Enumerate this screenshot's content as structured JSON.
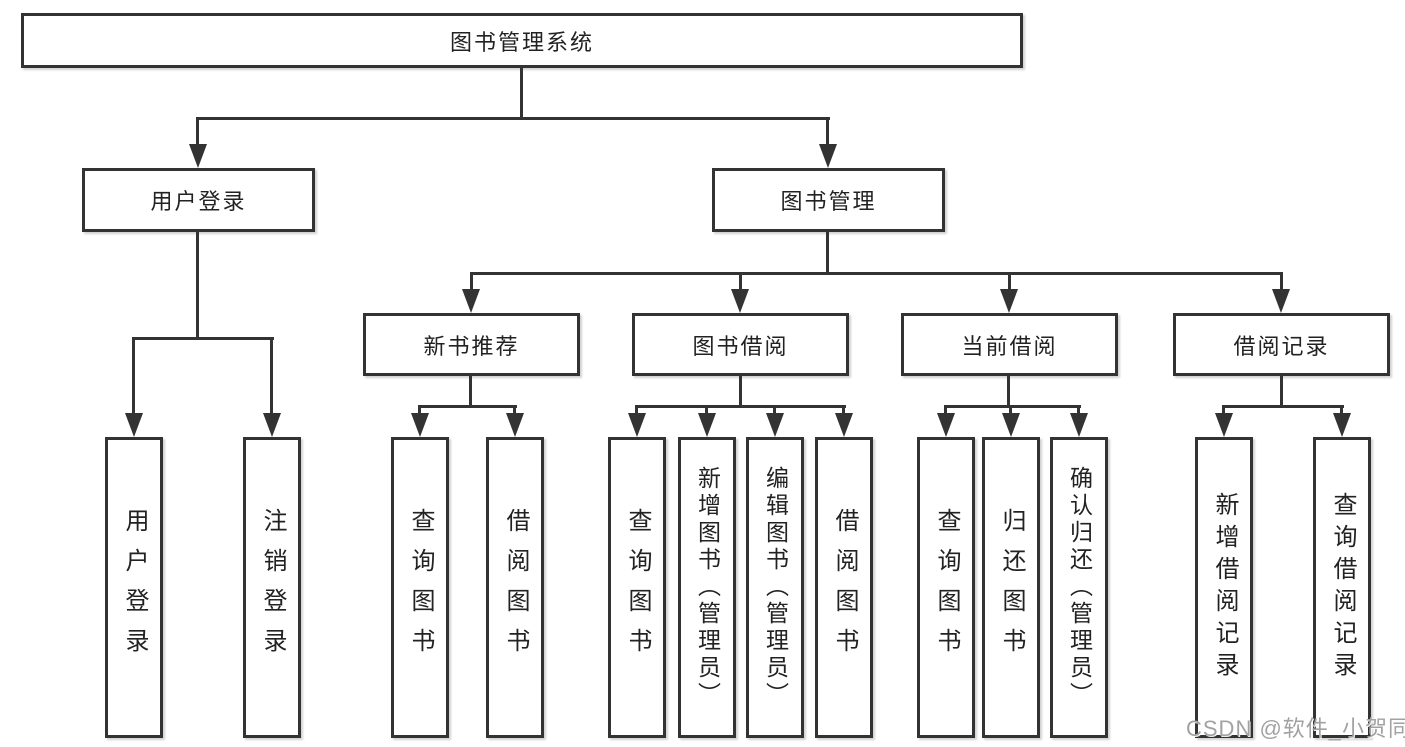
{
  "diagram": {
    "root_label": "图书管理系统",
    "branches": [
      {
        "label": "用户登录",
        "children": [
          "用户登录",
          "注销登录"
        ]
      },
      {
        "label": "图书管理",
        "sections": [
          {
            "label": "新书推荐",
            "children": [
              "查询图书",
              "借阅图书"
            ]
          },
          {
            "label": "图书借阅",
            "children": [
              "查询图书",
              "新增图书（管理员）",
              "编辑图书（管理员）",
              "借阅图书"
            ]
          },
          {
            "label": "当前借阅",
            "children": [
              "查询图书",
              "归还图书",
              "确认归还（管理员）"
            ]
          },
          {
            "label": "借阅记录",
            "children": [
              "新增借阅记录",
              "查询借阅记录"
            ]
          }
        ]
      }
    ]
  },
  "watermark": {
    "text": "CSDN @软件_小贺同学"
  },
  "colors": {
    "line": "#333333",
    "text": "#222222",
    "background": "#ffffff",
    "watermark_gray": "#a2a2a2"
  }
}
